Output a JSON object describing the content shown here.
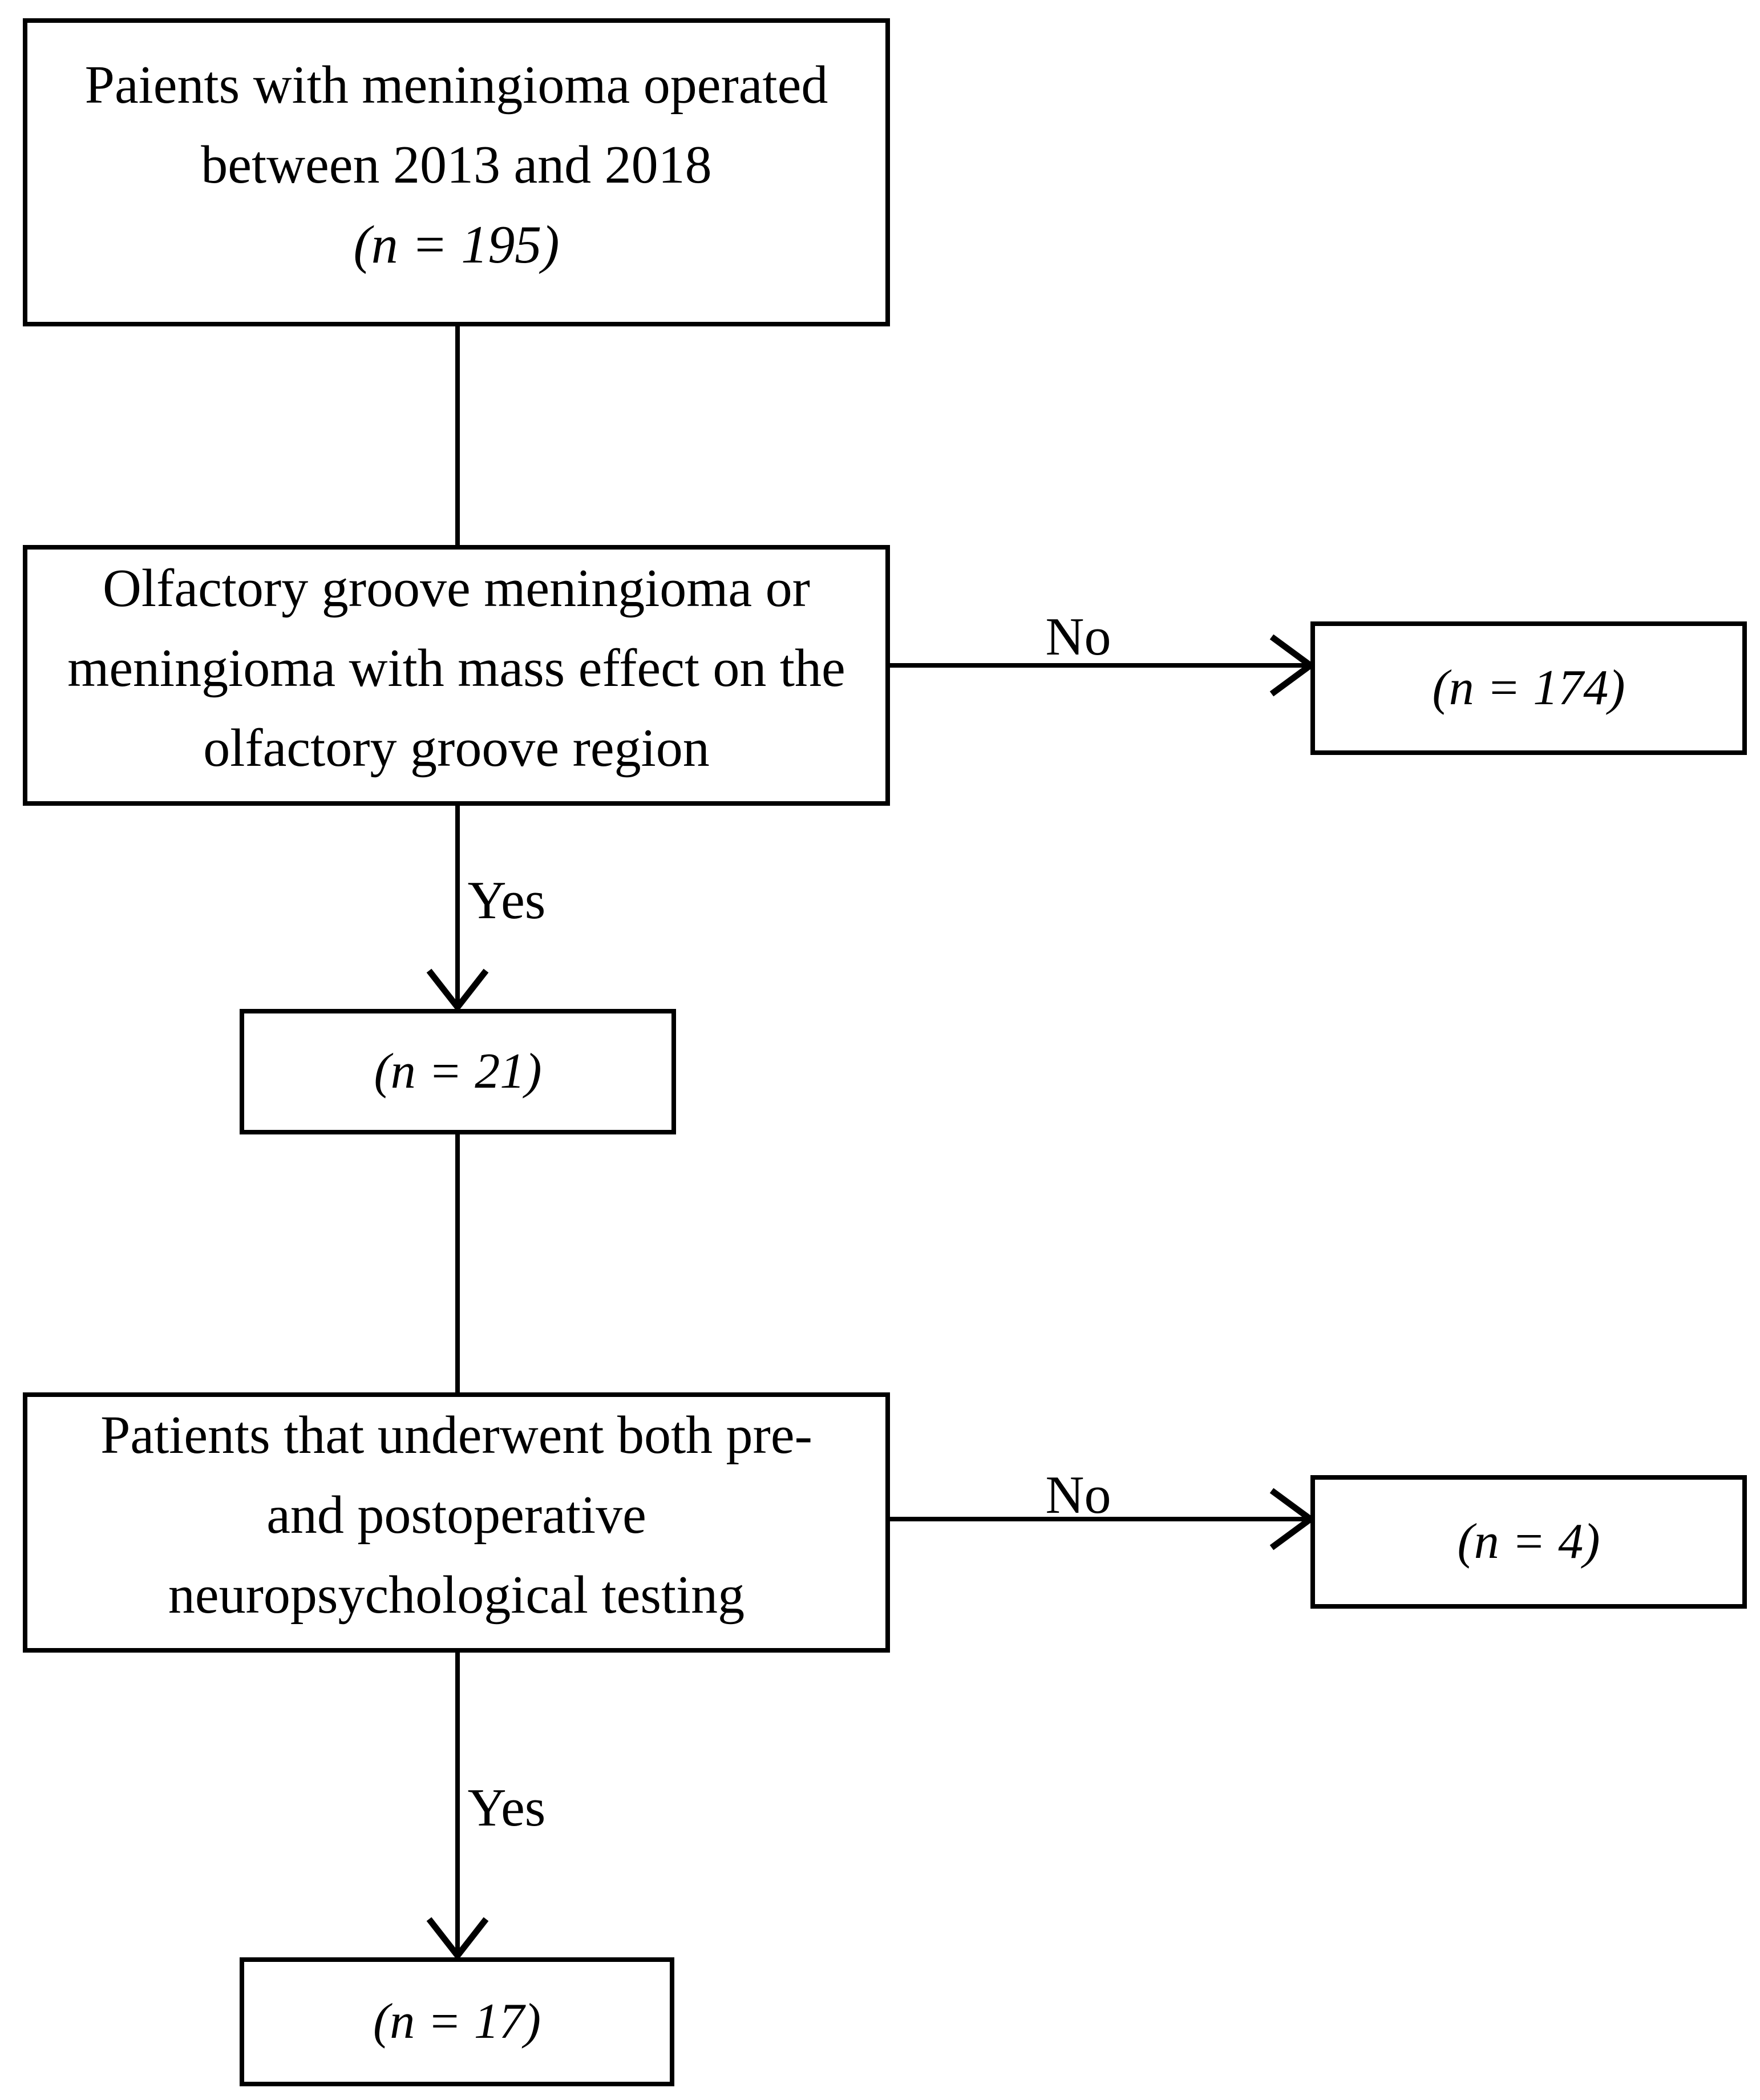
{
  "flowchart": {
    "colors": {
      "stroke": "#000000",
      "background": "#ffffff",
      "text": "#000000"
    },
    "boxes": {
      "patients_operated": {
        "line1": "Paients with meningioma operated",
        "line2": "between 2013 and 2018",
        "line3": "(n = 195)"
      },
      "olfactory_criteria": {
        "line1": "Olfactory groove meningioma or",
        "line2": "meningioma with mass effect on the",
        "line3": "olfactory groove region"
      },
      "excluded_olfactory": {
        "line1": "(n = 174)"
      },
      "included_olfactory": {
        "line1": "(n = 21)"
      },
      "neuropsych_testing": {
        "line1": "Patients that underwent both pre-",
        "line2": "and postoperative",
        "line3": "neuropsychological testing"
      },
      "excluded_neuropsych": {
        "line1": "(n = 4)"
      },
      "included_final": {
        "line1": "(n = 17)"
      }
    },
    "edge_labels": {
      "no_olfactory": "No",
      "yes_olfactory": "Yes",
      "no_neuropsych": "No",
      "yes_neuropsych": "Yes"
    }
  }
}
